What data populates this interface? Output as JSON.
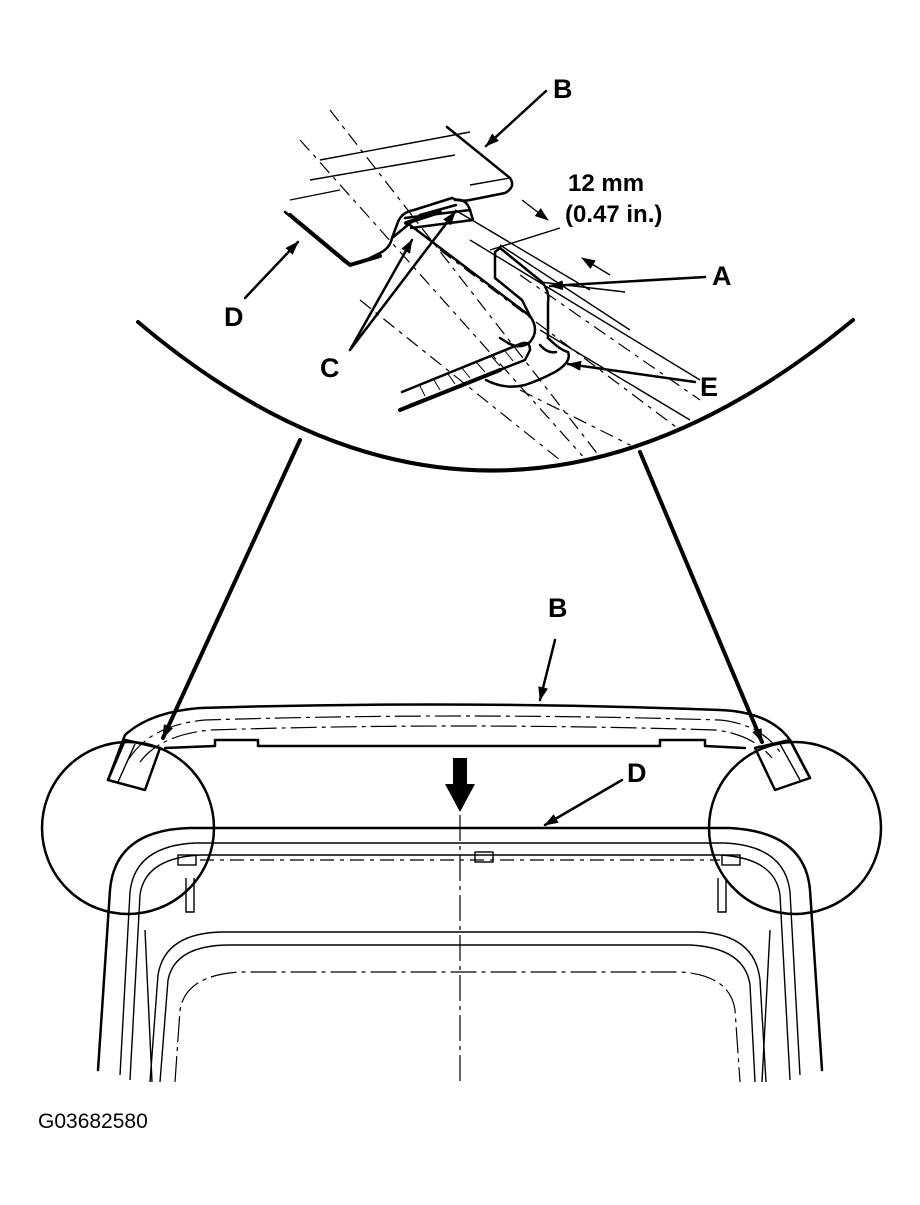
{
  "labels": {
    "a": "A",
    "b_top": "B",
    "b_bottom": "B",
    "c": "C",
    "d_top": "D",
    "d_bottom": "D",
    "e": "E"
  },
  "dimension": {
    "metric": "12 mm",
    "imperial": "(0.47 in.)"
  },
  "figure_code": "G03682580",
  "icons": [
    "down-arrow-icon",
    "leader-arrow-icon"
  ]
}
